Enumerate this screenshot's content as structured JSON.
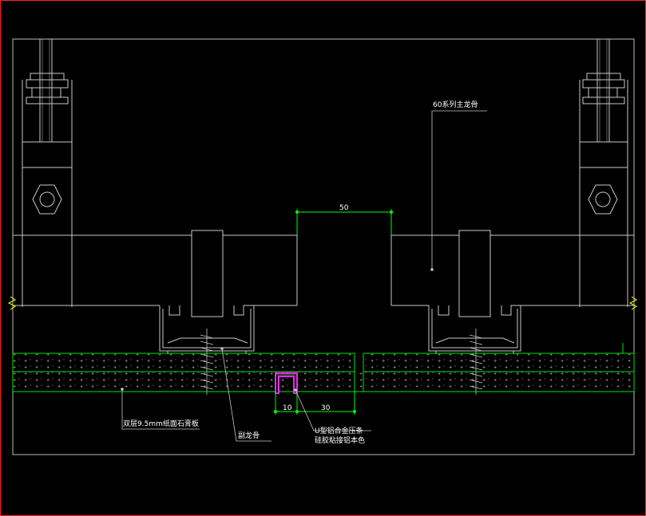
{
  "labels": {
    "main_keel": "60系列主龙骨",
    "gypsum_board": "双层9.5mm纸面石膏板",
    "sub_keel": "副龙骨",
    "u_strip_line1": "U型铝合金压条",
    "u_strip_line2": "硅胶粘接铝本色"
  },
  "dimensions": {
    "gap": "50",
    "strip_width": "10",
    "strip_offset": "30"
  },
  "colors": {
    "background": "#000000",
    "line": "#c8c8c8",
    "dimension": "#00ff00",
    "board_edge": "#00e600",
    "strip": "#ff33ff",
    "break_mark": "#ffff00",
    "frame": "#ff2020"
  }
}
